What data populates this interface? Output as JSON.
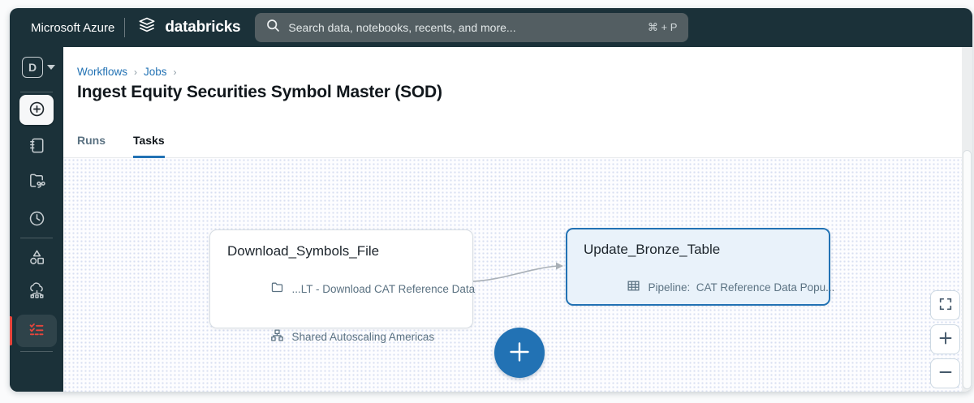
{
  "topbar": {
    "azure_label": "Microsoft Azure",
    "brand_name": "databricks",
    "search": {
      "placeholder": "Search data, notebooks, recents, and more...",
      "shortcut": "⌘ + P"
    }
  },
  "sidebar": {
    "workspace_initial": "D",
    "items": [
      {
        "icon": "workspace-switcher"
      },
      {
        "icon": "new-plus"
      },
      {
        "icon": "notebook"
      },
      {
        "icon": "repos-folder"
      },
      {
        "icon": "recents-clock"
      },
      {
        "icon": "data-shapes"
      },
      {
        "icon": "compute-cloud"
      },
      {
        "icon": "workflows-checklist",
        "active": true
      }
    ]
  },
  "breadcrumb": {
    "items": [
      "Workflows",
      "Jobs"
    ],
    "separator": "›"
  },
  "page": {
    "title": "Ingest Equity Securities Symbol Master (SOD)"
  },
  "tabs": [
    {
      "label": "Runs",
      "active": false
    },
    {
      "label": "Tasks",
      "active": true
    }
  ],
  "canvas": {
    "tasks": [
      {
        "name": "Download_Symbols_File",
        "selected": false,
        "rows": [
          {
            "icon": "folder",
            "text": "...LT - Download CAT Reference Data"
          },
          {
            "icon": "cluster",
            "text": "Shared Autoscaling Americas"
          }
        ]
      },
      {
        "name": "Update_Bronze_Table",
        "selected": true,
        "rows": [
          {
            "icon": "table",
            "text": "Pipeline:  CAT Reference Data Popu..."
          }
        ]
      }
    ],
    "controls": [
      {
        "icon": "fit-view"
      },
      {
        "icon": "zoom-in"
      },
      {
        "icon": "zoom-out"
      }
    ]
  },
  "colors": {
    "topbar_bg": "#1b3139",
    "accent_blue": "#2272b4",
    "selected_card_bg": "#e9f2fa",
    "active_item_red": "#e8453c",
    "canvas_dot": "#d8dff1",
    "link_blue": "#2272b4"
  }
}
